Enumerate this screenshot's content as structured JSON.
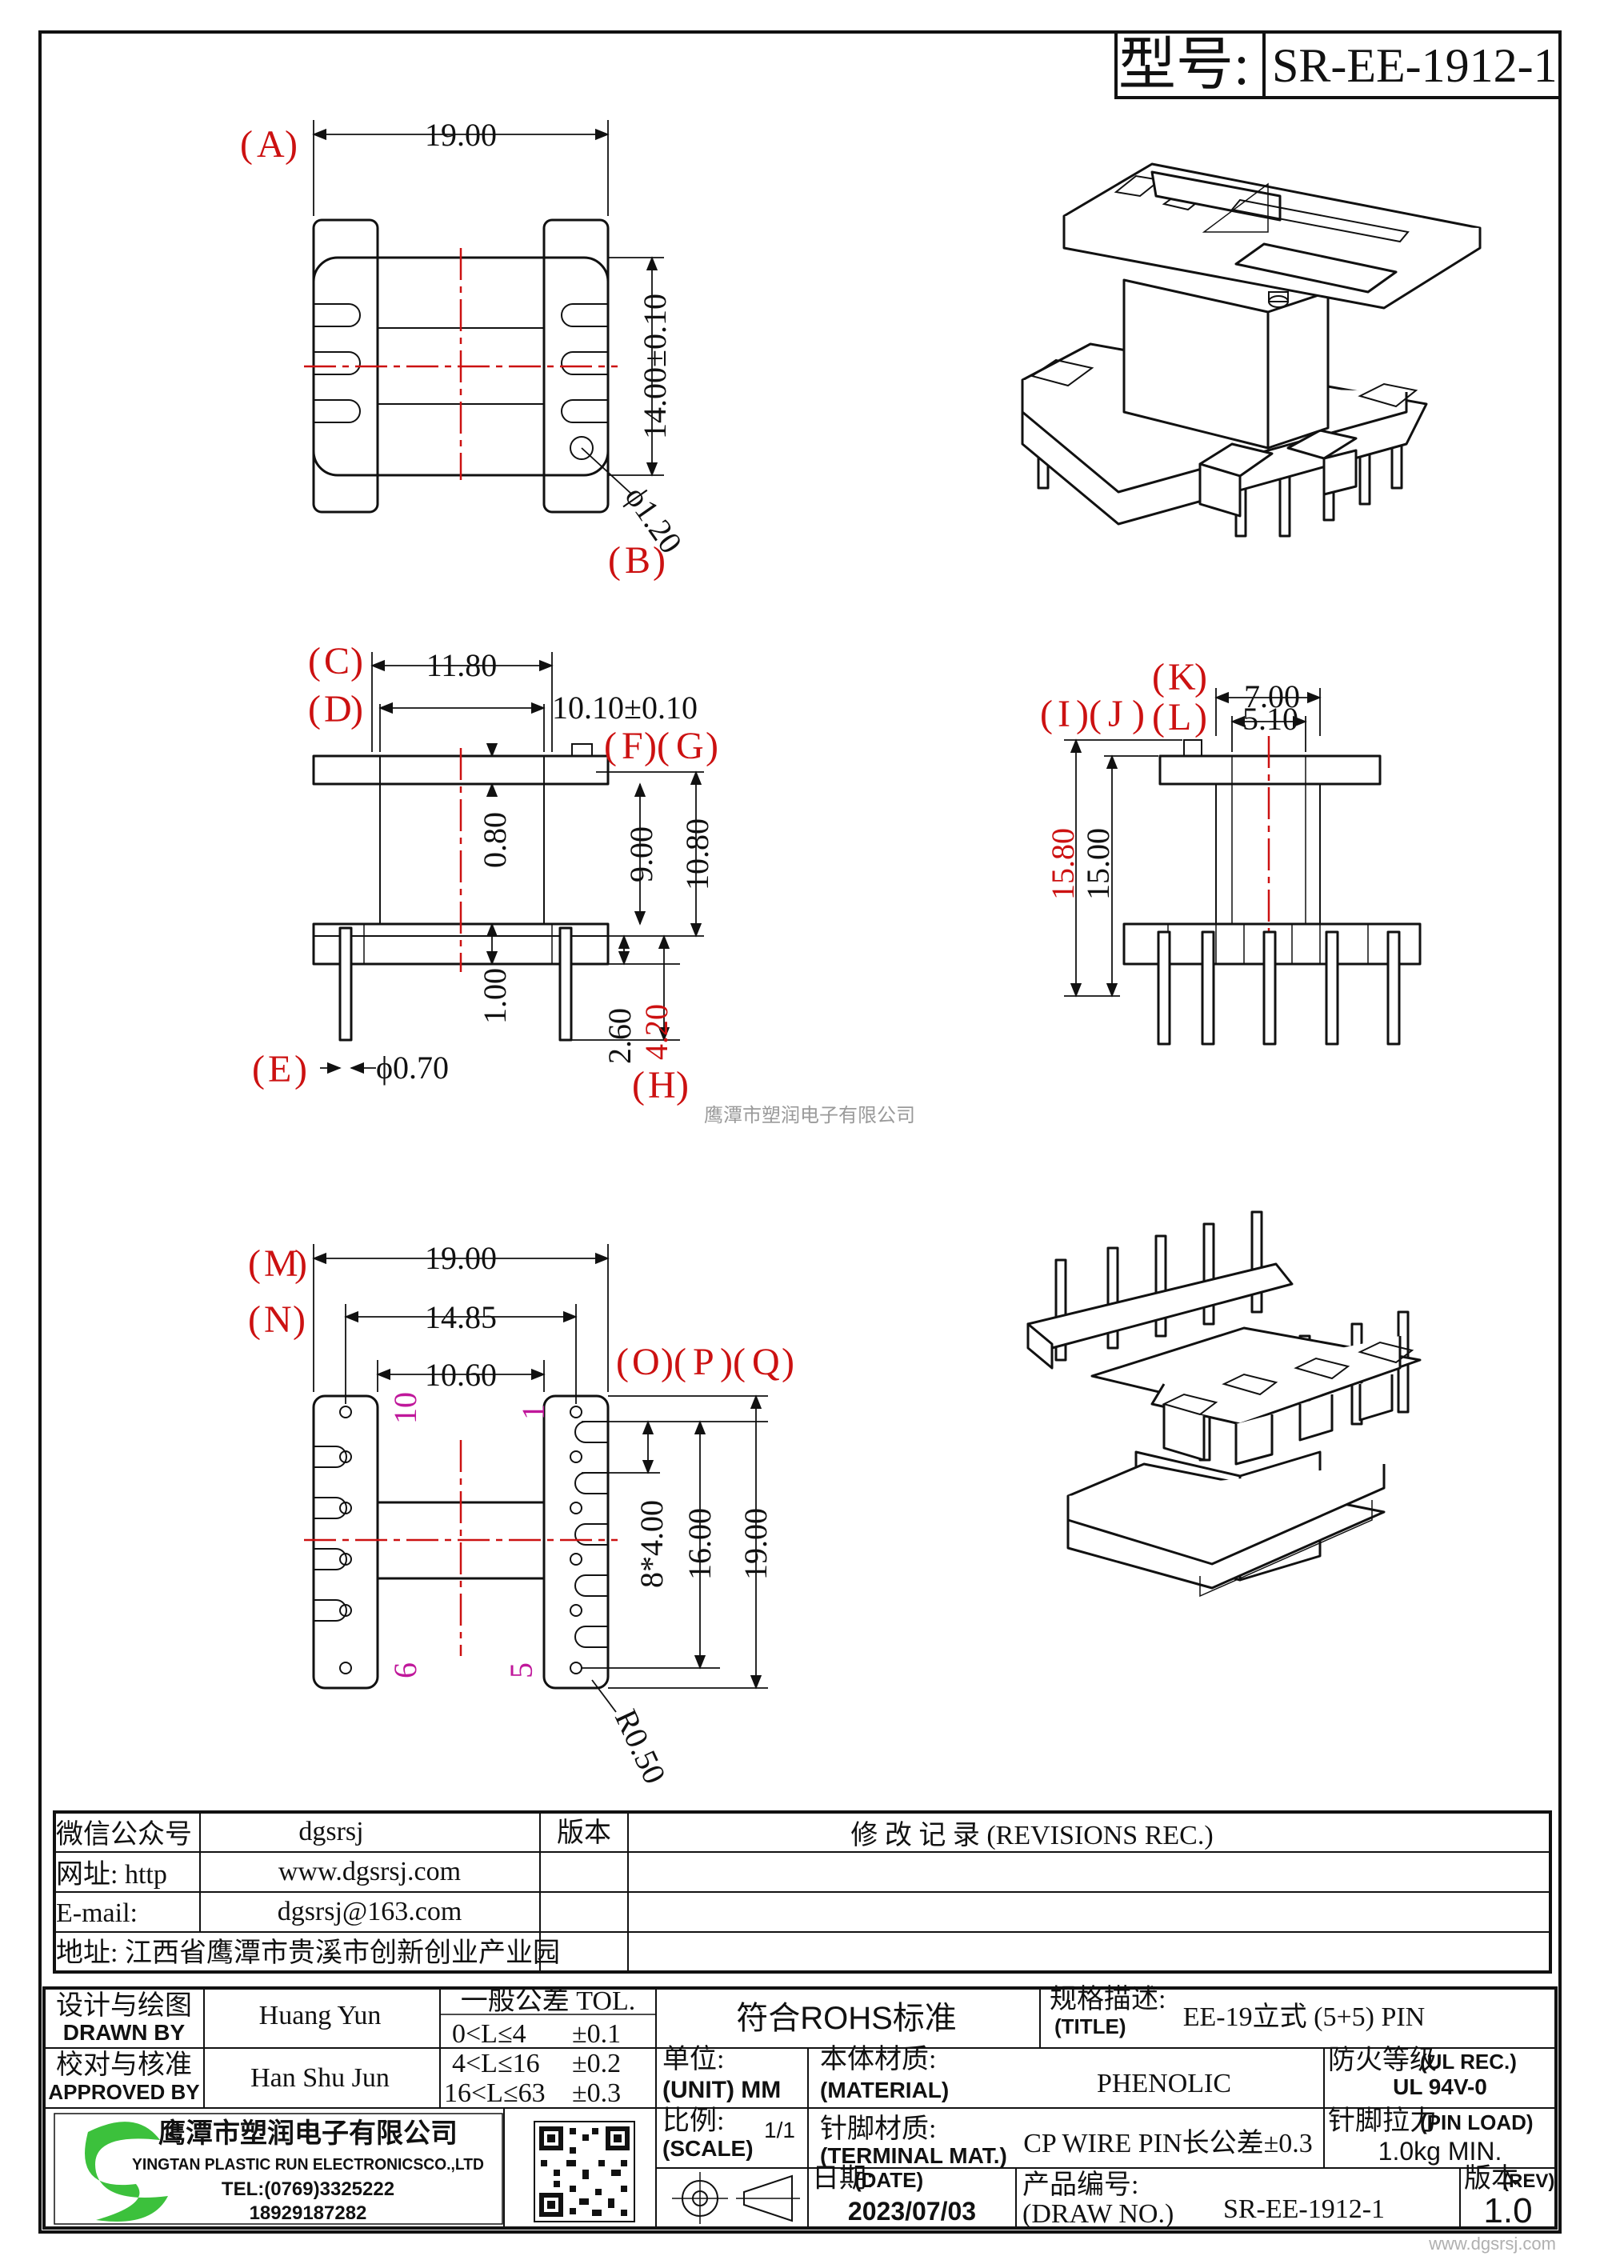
{
  "model": {
    "label": "型号:",
    "value": "SR-EE-1912-1"
  },
  "view_top": {
    "letters": {
      "a": "A",
      "b": "B"
    },
    "dims": {
      "width": "19.00",
      "height": "14.00±0.10",
      "hole": "ϕ1.20"
    }
  },
  "view_front": {
    "letters": {
      "c": "C",
      "d": "D",
      "e": "E",
      "f": "F",
      "g": "G",
      "h": "H"
    },
    "dims": {
      "c": "11.80",
      "d": "10.10±0.10",
      "f": "0.80",
      "g1": "9.00",
      "g2": "10.80",
      "e": "ϕ0.70",
      "base": "1.00",
      "h1": "2.60",
      "h2": "4.20"
    }
  },
  "view_side": {
    "letters": {
      "i": "I",
      "j": "J",
      "k": "K",
      "l": "L"
    },
    "dims": {
      "k": "7.00",
      "l": "5.10",
      "i": "15.80",
      "j": "15.00"
    }
  },
  "view_bottom": {
    "letters": {
      "m": "M",
      "n": "N",
      "o": "O",
      "p": "P",
      "q": "Q"
    },
    "dims": {
      "m": "19.00",
      "n": "14.85",
      "inner": "10.60",
      "o": "8*4.00",
      "p": "16.00",
      "q": "19.00",
      "r": "R0.50"
    },
    "pins": {
      "p10": "10",
      "p1": "1",
      "p6": "6",
      "p5": "5"
    }
  },
  "watermark": "鹰潭市塑润电子有限公司",
  "info": {
    "rows": [
      {
        "label": "微信公众号",
        "value": "dgsrsj"
      },
      {
        "label": "网址: http",
        "value": "www.dgsrsj.com"
      },
      {
        "label": "E-mail:",
        "value": "dgsrsj@163.com"
      }
    ],
    "address": "地址: 江西省鹰潭市贵溪市创新创业产业园",
    "rev_label": "版本",
    "rev_title": "修 改 记 录 (REVISIONS REC.)"
  },
  "title_block": {
    "designer_label": "设计与绘图",
    "drawn_by": "DRAWN BY",
    "designer": "Huang Yun",
    "checker_label": "校对与核准",
    "approved_by": "APPROVED BY",
    "checker": "Han Shu Jun",
    "tol_label": "一般公差 TOL.",
    "tol_rows": [
      {
        "range": "0<L≤4",
        "tol": "±0.1"
      },
      {
        "range": "4<L≤16",
        "tol": "±0.2"
      },
      {
        "range": "16<L≤63",
        "tol": "±0.3"
      }
    ],
    "rohs": "符合ROHS标准",
    "spec_label": "规格描述:",
    "spec_label_en": "(TITLE)",
    "spec_value": "EE-19立式 (5+5) PIN",
    "unit_label": "单位:",
    "unit_value": "(UNIT) MM",
    "material_label": "本体材质:",
    "material_label_en": "(MATERIAL)",
    "material_value": "PHENOLIC",
    "fire_label": "防火等级",
    "fire_label_en": "(UL REC.)",
    "fire_value": "UL 94V-0",
    "company_cn": "鹰潭市塑润电子有限公司",
    "company_en": "YINGTAN PLASTIC RUN ELECTRONICSCO.,LTD",
    "tel": "TEL:(0769)3325222",
    "mobile": "18929187282",
    "scale_label": "比例:",
    "scale_label_en": "(SCALE)",
    "scale_value": "1/1",
    "terminal_label": "针脚材质:",
    "terminal_label_en": "(TERMINAL MAT.)",
    "terminal_value": "CP WIRE  PIN长公差±0.3",
    "pin_load_label": "针脚拉力",
    "pin_load_label_en": "(PIN LOAD)",
    "pin_load_value": "1.0kg MIN.",
    "date_label": "日期:",
    "date_label_en": "(DATE)",
    "date_value": "2023/07/03",
    "drawno_label": "产品编号:",
    "drawno_label_en": "(DRAW NO.)",
    "drawno_value": "SR-EE-1912-1",
    "rev_label": "版本",
    "rev_label_en": "(REV)",
    "rev_value": "1.0"
  },
  "footer_url": "www.dgsrsj.com",
  "colors": {
    "dim_red": "#cc1111",
    "pin_magenta": "#c0189b",
    "logo_green": "#3cc13c"
  }
}
